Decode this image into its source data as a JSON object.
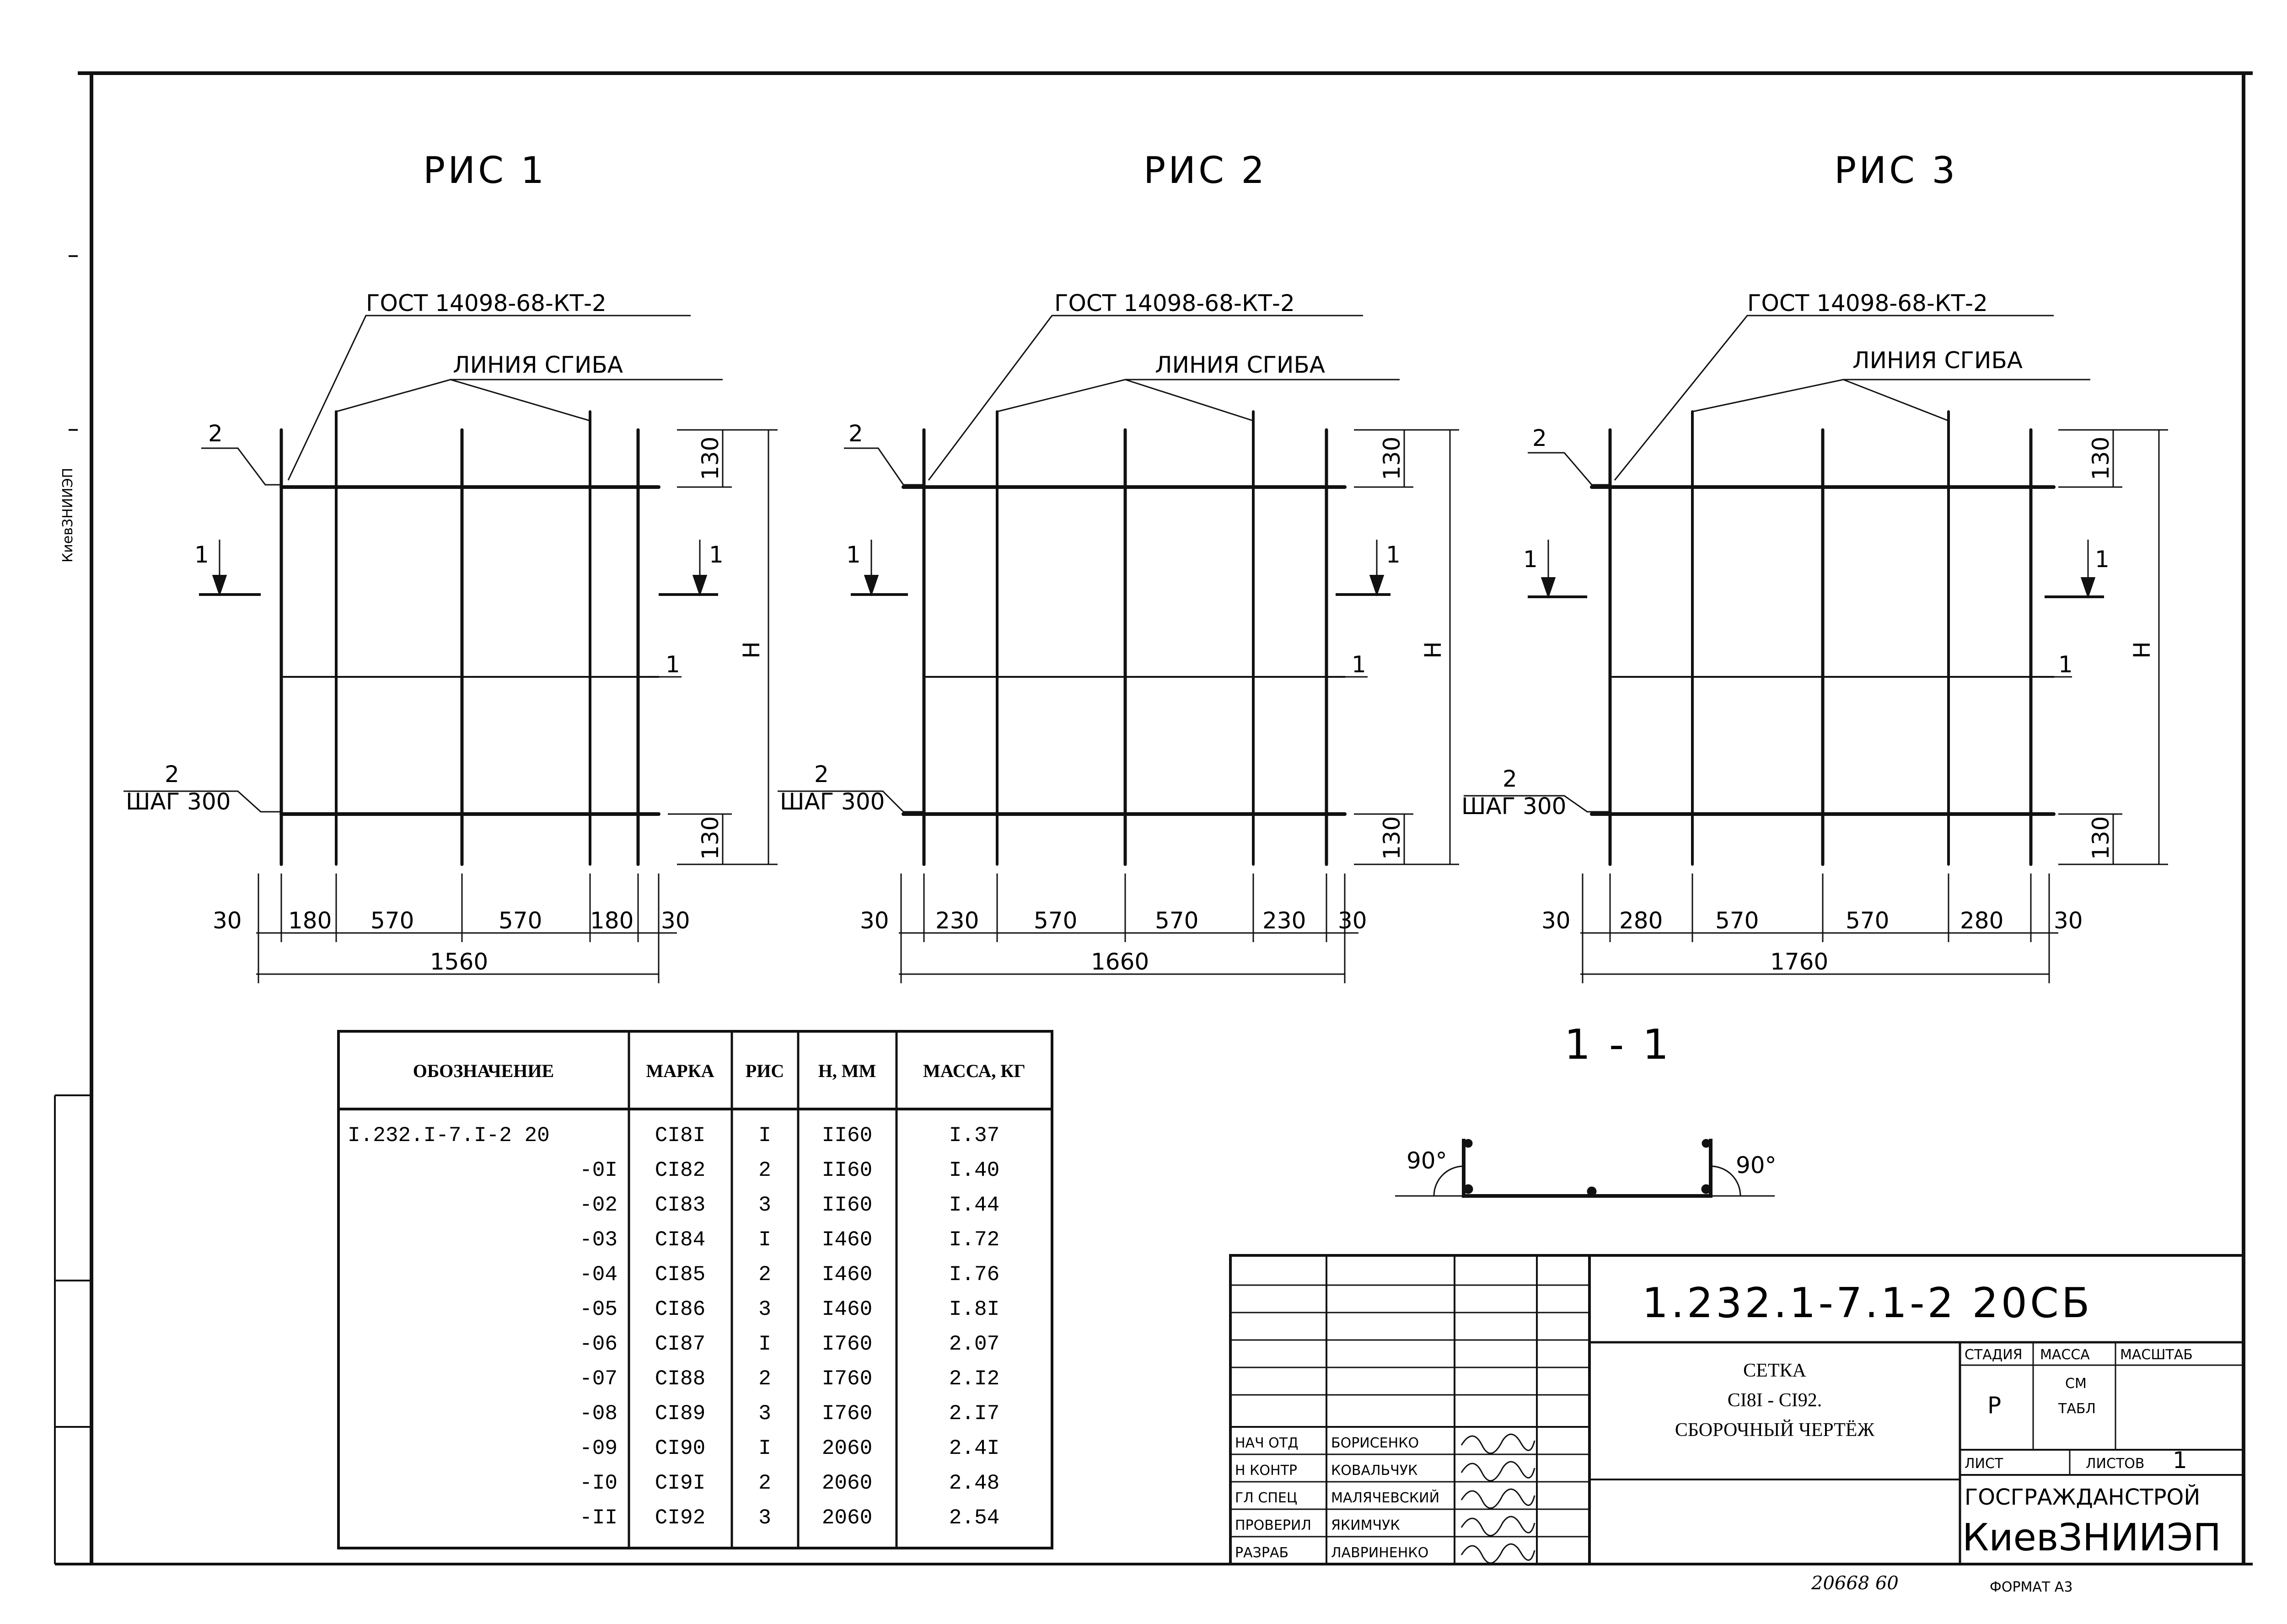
{
  "figures": [
    {
      "title": "РИС 1",
      "gost": "ГОСТ 14098-68-КТ-2",
      "bend": "ЛИНИЯ СГИБА",
      "pos_top": "2",
      "pos_mid": "1",
      "pos_bot": "2",
      "step": "ШАГ 300",
      "section": "1",
      "dim_top": "130",
      "dim_bot": "130",
      "dim_h": "H",
      "dims": [
        "30",
        "180",
        "570",
        "570",
        "180",
        "30"
      ],
      "total": "1560"
    },
    {
      "title": "РИС 2",
      "gost": "ГОСТ 14098-68-КТ-2",
      "bend": "ЛИНИЯ СГИБА",
      "pos_top": "2",
      "pos_mid": "1",
      "pos_bot": "2",
      "step": "ШАГ 300",
      "section": "1",
      "dim_top": "130",
      "dim_bot": "130",
      "dim_h": "H",
      "dims": [
        "30",
        "230",
        "570",
        "570",
        "230",
        "30"
      ],
      "total": "1660"
    },
    {
      "title": "РИС 3",
      "gost": "ГОСТ 14098-68-КТ-2",
      "bend": "ЛИНИЯ СГИБА",
      "pos_top": "2",
      "pos_mid": "1",
      "pos_bot": "2",
      "step": "ШАГ 300",
      "section": "1",
      "dim_top": "130",
      "dim_bot": "130",
      "dim_h": "H",
      "dims": [
        "30",
        "280",
        "570",
        "570",
        "280",
        "30"
      ],
      "total": "1760"
    }
  ],
  "section_view": {
    "title": "1 - 1",
    "angle_left": "90°",
    "angle_right": "90°"
  },
  "spec_table": {
    "headers": [
      "ОБОЗНАЧЕНИЕ",
      "МАРКА",
      "РИС",
      "Н, ММ",
      "МАССА, КГ"
    ],
    "rows": [
      [
        "I.232.I-7.I-2 20",
        "CI8I",
        "I",
        "II60",
        "I.37"
      ],
      [
        "-0I",
        "CI82",
        "2",
        "II60",
        "I.40"
      ],
      [
        "-02",
        "CI83",
        "3",
        "II60",
        "I.44"
      ],
      [
        "-03",
        "CI84",
        "I",
        "I460",
        "I.72"
      ],
      [
        "-04",
        "CI85",
        "2",
        "I460",
        "I.76"
      ],
      [
        "-05",
        "CI86",
        "3",
        "I460",
        "I.8I"
      ],
      [
        "-06",
        "CI87",
        "I",
        "I760",
        "2.07"
      ],
      [
        "-07",
        "CI88",
        "2",
        "I760",
        "2.I2"
      ],
      [
        "-08",
        "CI89",
        "3",
        "I760",
        "2.I7"
      ],
      [
        "-09",
        "CI90",
        "I",
        "2060",
        "2.4I"
      ],
      [
        "-I0",
        "CI9I",
        "2",
        "2060",
        "2.48"
      ],
      [
        "-II",
        "CI92",
        "3",
        "2060",
        "2.54"
      ]
    ]
  },
  "title_block": {
    "code": "1.232.1-7.1-2 20СБ",
    "name_lines": [
      "СЕТКА",
      "CI8I - CI92.",
      "СБОРОЧНЫЙ ЧЕРТЁЖ"
    ],
    "stage_label": "СТАДИЯ",
    "mass_label": "МАССА",
    "scale_label": "МАСШТАБ",
    "stage": "Р",
    "mass_line1": "СМ",
    "mass_line2": "ТАБЛ",
    "sheet_label": "ЛИСТ",
    "sheets_label": "ЛИСТОВ",
    "sheets": "1",
    "org_line1": "ГОСГРАЖДАНСТРОЙ",
    "org_line2": "КиевЗНИИЭП",
    "roles": [
      {
        "role": "НАЧ ОТД",
        "name": "БОРИСЕНКО"
      },
      {
        "role": "Н КОНТР",
        "name": "КОВАЛЬЧУК"
      },
      {
        "role": "ГЛ СПЕЦ",
        "name": "МАЛЯЧЕВСКИЙ"
      },
      {
        "role": "ПРОВЕРИЛ",
        "name": "ЯКИМЧУК"
      },
      {
        "role": "РАЗРАБ",
        "name": "ЛАВРИНЕНКО"
      }
    ]
  },
  "side_stamp": "КиевЗНИИЭП",
  "bottom_number": "20668 60",
  "format": "ФОРМАТ А3"
}
